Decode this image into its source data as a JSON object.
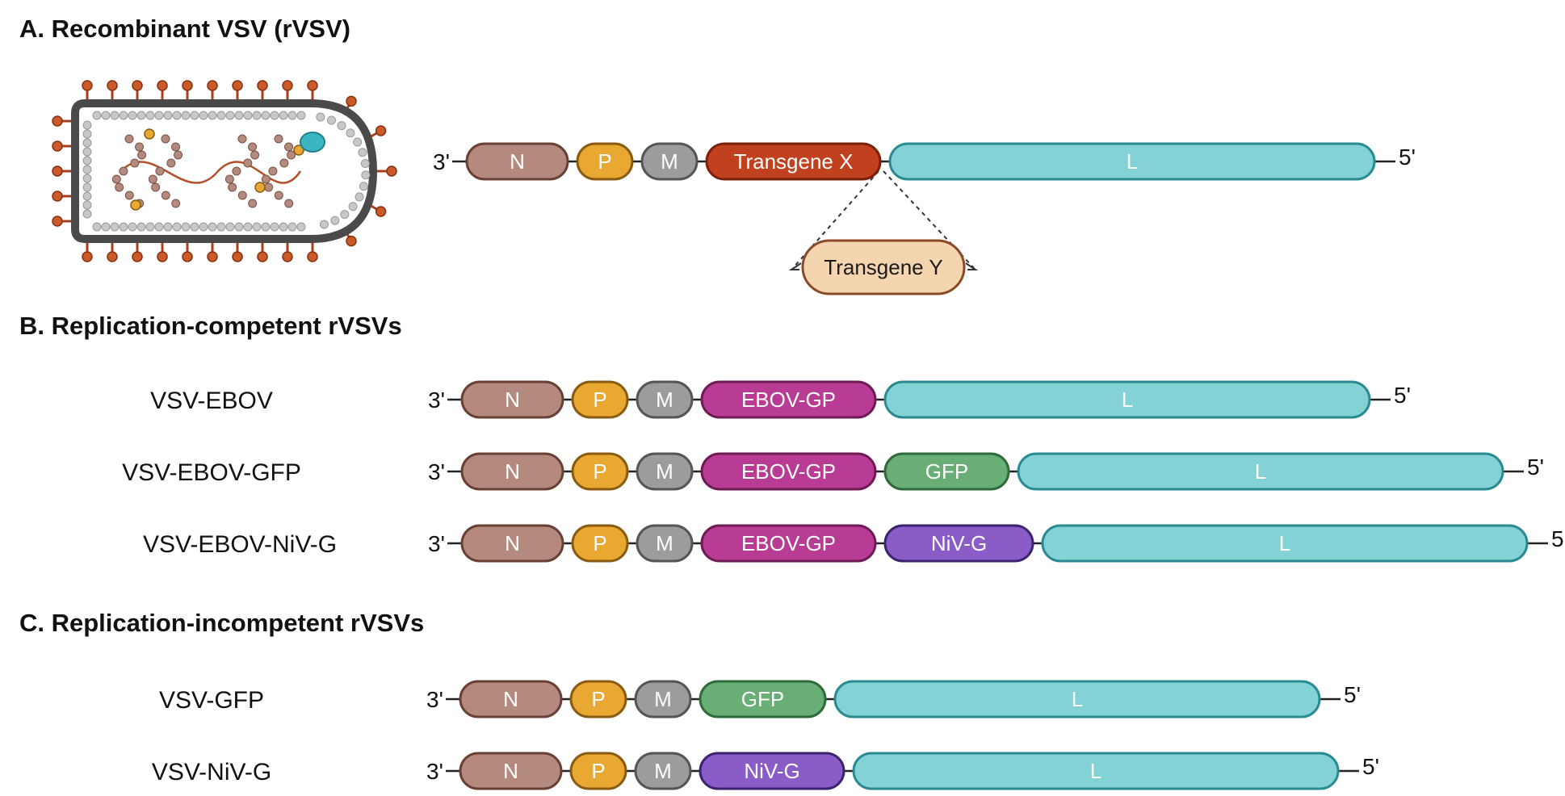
{
  "sections": {
    "a": {
      "title": "A. Recombinant VSV (rVSV)"
    },
    "b": {
      "title": "B. Replication-competent rVSVs"
    },
    "c": {
      "title": "C. Replication-incompetent rVSVs"
    }
  },
  "ends": {
    "three_prime": "3'",
    "five_prime": "5'"
  },
  "colors": {
    "N": "#b48a7e",
    "P": "#e8a832",
    "M": "#9c9c9c",
    "TransgeneX": "#c1401e",
    "TransgeneY": "#f5d5b0",
    "L": "#82d2d6",
    "EBOV-GP": "#b83c94",
    "GFP": "#69ae76",
    "NiV-G": "#8a5cc7"
  },
  "transgene_y": "Transgene Y",
  "constructs": [
    {
      "id": "rvsv",
      "label": "",
      "genes": [
        "N",
        "P",
        "M",
        "Transgene X",
        "L"
      ]
    },
    {
      "id": "vsv-ebov",
      "label": "VSV-EBOV",
      "genes": [
        "N",
        "P",
        "M",
        "EBOV-GP",
        "L"
      ]
    },
    {
      "id": "vsv-ebov-gfp",
      "label": "VSV-EBOV-GFP",
      "genes": [
        "N",
        "P",
        "M",
        "EBOV-GP",
        "GFP",
        "L"
      ]
    },
    {
      "id": "vsv-ebov-niv-g",
      "label": "VSV-EBOV-NiV-G",
      "genes": [
        "N",
        "P",
        "M",
        "EBOV-GP",
        "NiV-G",
        "L"
      ]
    },
    {
      "id": "vsv-gfp",
      "label": "VSV-GFP",
      "genes": [
        "N",
        "P",
        "M",
        "GFP",
        "L"
      ]
    },
    {
      "id": "vsv-niv-g",
      "label": "VSV-NiV-G",
      "genes": [
        "N",
        "P",
        "M",
        "NiV-G",
        "L"
      ]
    }
  ]
}
